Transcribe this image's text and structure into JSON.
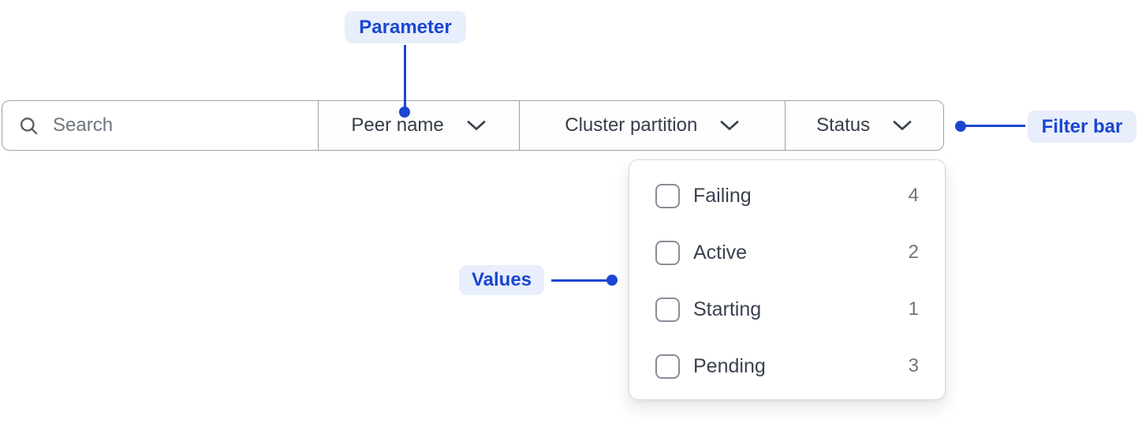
{
  "annotations": {
    "parameter_label": "Parameter",
    "filter_bar_label": "Filter bar",
    "values_label": "Values"
  },
  "filter_bar": {
    "search": {
      "placeholder": "Search",
      "icon": "search-icon"
    },
    "dropdowns": [
      {
        "label": "Peer name",
        "icon": "chevron-down-icon"
      },
      {
        "label": "Cluster partition",
        "icon": "chevron-down-icon"
      },
      {
        "label": "Status",
        "icon": "chevron-down-icon"
      }
    ]
  },
  "status_dropdown": {
    "items": [
      {
        "label": "Failing",
        "count": "4",
        "checked": false
      },
      {
        "label": "Active",
        "count": "2",
        "checked": false
      },
      {
        "label": "Starting",
        "count": "1",
        "checked": false
      },
      {
        "label": "Pending",
        "count": "3",
        "checked": false
      }
    ]
  },
  "colors": {
    "accent_blue": "#1b46d2",
    "badge_background": "#e8eefb",
    "bar_border": "#9aa1a9",
    "panel_border": "#d6d9de",
    "text_dark": "#363d49",
    "text_muted": "#6e7580"
  }
}
